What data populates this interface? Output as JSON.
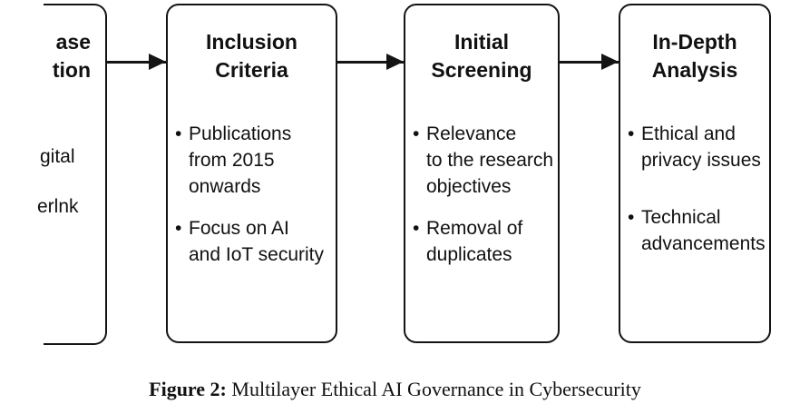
{
  "figure": {
    "caption": {
      "label": "Figure 2:",
      "text": " Multilayer Ethical AI Governance in Cybersecurity"
    }
  },
  "flow": {
    "bullet_char": "•",
    "colors": {
      "line": "#141414",
      "text": "#111111",
      "background": "#ffffff"
    },
    "boxes": [
      {
        "id": "database-selection-partial",
        "title": "ase\ntion",
        "fragments": [
          "gital",
          "erlnk"
        ]
      },
      {
        "id": "inclusion-criteria",
        "title": "Inclusion\nCriteria",
        "bullets": [
          "Publications\nfrom 2015\nonwards",
          "Focus on AI\nand IoT security"
        ]
      },
      {
        "id": "initial-screening",
        "title": "Initial\nScreening",
        "bullets": [
          "Relevance\nto the research\nobjectives",
          "Removal of\nduplicates"
        ]
      },
      {
        "id": "in-depth-analysis",
        "title": "In-Depth\nAnalysis",
        "bullets": [
          "Ethical and\nprivacy issues",
          "Technical\nadvancements"
        ]
      }
    ]
  }
}
